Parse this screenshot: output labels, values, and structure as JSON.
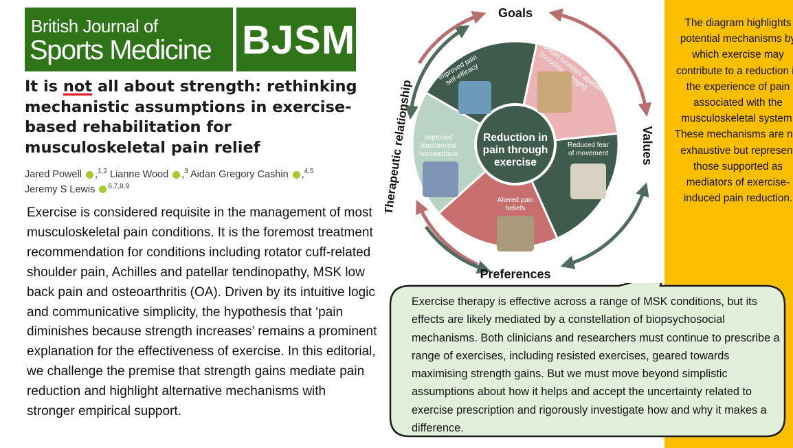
{
  "header": {
    "journal_line1": "British Journal of",
    "journal_line2": "Sports Medicine",
    "journal_abbr": "BJSM"
  },
  "article": {
    "title_part1": "It is ",
    "title_highlight": "not",
    "title_part2": " all about strength: rethinking mechanistic assumptions in exercise-based rehabilitation for musculoskeletal pain relief",
    "authors": [
      {
        "name": "Jared Powell",
        "affil": "1,2"
      },
      {
        "name": "Lianne Wood",
        "affil": "3"
      },
      {
        "name": "Aidan Gregory Cashin",
        "affil": "4,5"
      },
      {
        "name": "Jeremy S Lewis",
        "affil": "6,7,8,9"
      }
    ],
    "body": "Exercise is considered requisite in the management of most musculoskeletal pain conditions. It is the foremost treatment recommendation for conditions including rotator cuff-related shoulder pain, Achilles and patellar tendinopathy, MSK low back pain and osteoarthritis (OA). Driven by its intuitive logic and communicative simplicity, the hypothesis that ‘pain diminishes because strength increases’ remains a prominent explanation for the effectiveness of exercise. In this editorial, we challenge the premise that strength gains mediate pain reduction and highlight alternative mechanisms with stronger empirical support."
  },
  "diagram": {
    "center": [
      "Reduction in",
      "pain through",
      "exercise"
    ],
    "outer_labels": {
      "goals": "Goals",
      "values": "Values",
      "preferences": "Preferences",
      "therapeutic": "Therapeutic relationship"
    },
    "segments": [
      {
        "line1": "Improved pain",
        "line2": "self-efficacy",
        "color": "#3f5b4e"
      },
      {
        "line1": "Enhanced biomotor abilities",
        "line2": "(including strength)",
        "color": "#ecb3b5"
      },
      {
        "line1": "Reduced fear",
        "line2": "of movement",
        "color": "#3f5b4e"
      },
      {
        "line1": "Altered pain",
        "line2": "beliefs",
        "color": "#c86e6e"
      },
      {
        "line1": "Improved",
        "line2": "biochemical",
        "line3": "homeostasis",
        "color": "#b9d4c5"
      }
    ]
  },
  "sidebar": {
    "text": "The diagram highlights potential mechanisms by which exercise may contribute to a reduction in the experience of pain associated with the musculoskeletal system. These mechanisms are not exhaustive but represent those supported as mediators of exercise-induced pain reduction."
  },
  "summary": {
    "text": "Exercise therapy is effective across a range of MSK conditions, but its effects are likely mediated by a constellation of biopsychosocial mechanisms. Both clinicians and researchers must continue to prescribe a range of exercises, including resisted exercises, geared towards maximising strength gains. But we must move beyond simplistic assumptions about how it helps and accept the uncertainty related to exercise prescription and rigorously investigate how and why it makes a difference."
  },
  "colors": {
    "journal_green": "#2f7419",
    "sidebar_yellow": "#fbbf00",
    "summary_bg": "#e2efda",
    "highlight_red": "#e0141b"
  }
}
